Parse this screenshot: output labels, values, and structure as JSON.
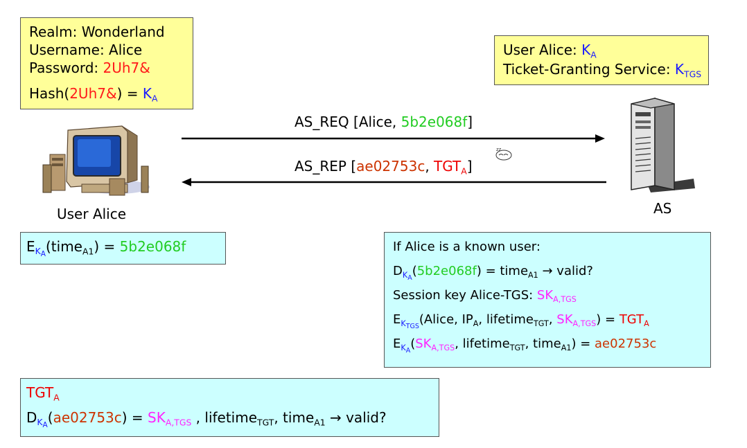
{
  "colors": {
    "password_red": "#ff1a1a",
    "key_blue": "#1a1aff",
    "timestamp_green": "#22cc22",
    "cipher_brown": "#cc3300",
    "session_key_magenta": "#ff22ff",
    "note_yellow": "#ffff99",
    "note_cyan": "#ccffff"
  },
  "user_box": {
    "realm": "Realm: Wonderland",
    "username": "Username: Alice",
    "password_label": "Password: ",
    "password_value": "2Uh7&",
    "hash_prefix": "Hash(",
    "hash_arg": "2Uh7&",
    "hash_mid": ") = ",
    "hash_key": "K",
    "hash_key_sub": "A"
  },
  "as_box": {
    "line1_label": "User Alice: ",
    "line1_key": "K",
    "line1_key_sub": "A",
    "line2_label": "Ticket-Granting Service: ",
    "line2_key": "K",
    "line2_key_sub": "TGS"
  },
  "nodes": {
    "client_label": "User Alice",
    "server_label": "AS"
  },
  "messages": {
    "req_prefix": "AS_REQ [Alice, ",
    "req_value": "5b2e068f",
    "req_suffix": "]",
    "rep_prefix": "AS_REP [",
    "rep_value1": "ae02753c",
    "rep_sep": ", ",
    "rep_value2": "TGT",
    "rep_value2_sub": "A",
    "rep_suffix": "]"
  },
  "client_calc": {
    "e": "E",
    "k": "K",
    "k_sub": "A",
    "open": "(time",
    "time_sub": "A1",
    "close": ") = ",
    "result": "5b2e068f"
  },
  "server_calc": {
    "l1": "If Alice is a known user:",
    "l2_d": "D",
    "l2_k": "K",
    "l2_ksub": "A",
    "l2_open": "(",
    "l2_val": "5b2e068f",
    "l2_mid": ") = time",
    "l2_tsub": "A1",
    "l2_end": " → valid?",
    "l3_label": "Session key Alice-TGS: ",
    "l3_sk": "SK",
    "l3_sksub": "A,TGS",
    "l4_e": "E",
    "l4_k": "K",
    "l4_ksub": "TGS",
    "l4_a": "(Alice, IP",
    "l4_ipsub": "A",
    "l4_b": ", lifetime",
    "l4_ltsub": "TGT",
    "l4_c": ", ",
    "l4_sk": "SK",
    "l4_sksub": "A,TGS",
    "l4_d": ") = ",
    "l4_tgt": "TGT",
    "l4_tgtsub": "A",
    "l5_e": "E",
    "l5_k": "K",
    "l5_ksub": "A",
    "l5_open": "(",
    "l5_sk": "SK",
    "l5_sksub": "A,TGS",
    "l5_a": ", lifetime",
    "l5_ltsub": "TGT",
    "l5_b": ", time",
    "l5_tsub": "A1",
    "l5_c": ") = ",
    "l5_res": "ae02753c"
  },
  "bottom_box": {
    "tgt": "TGT",
    "tgt_sub": "A",
    "d": "D",
    "k": "K",
    "k_sub": "A",
    "open": "(",
    "val": "ae02753c",
    "mid": ") = ",
    "sk": "SK",
    "sk_sub": "A,TGS",
    "a": " , lifetime",
    "lt_sub": "TGT",
    "b": ", time",
    "t_sub": "A1",
    "end": " → valid?"
  }
}
